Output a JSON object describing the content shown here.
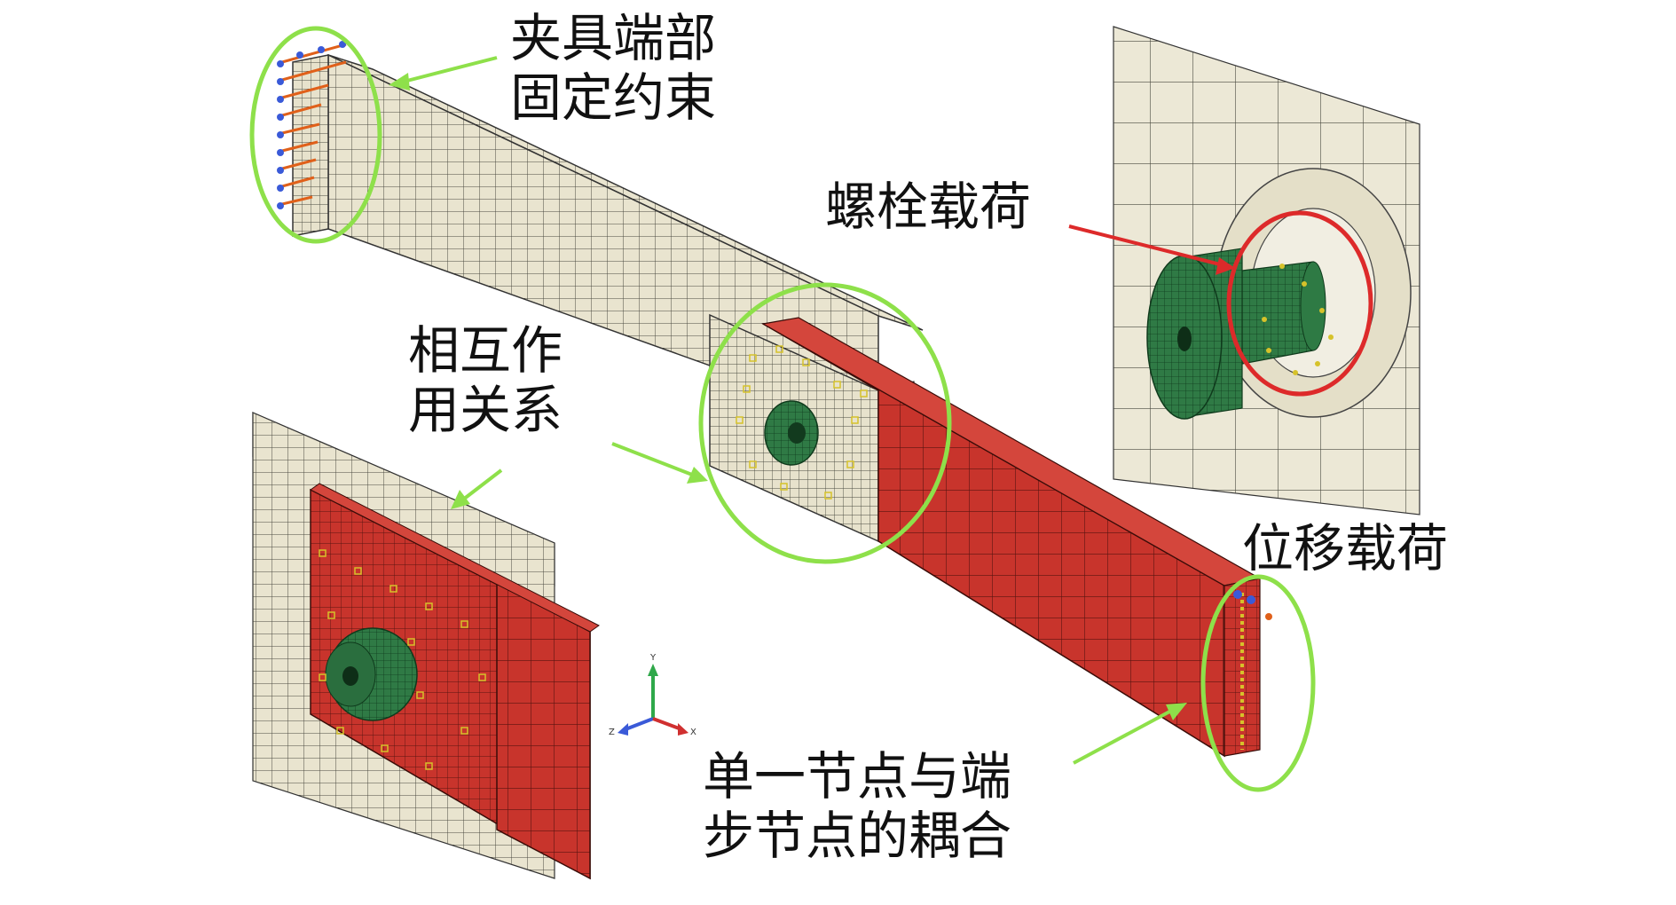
{
  "labels": {
    "clamp_fixed": [
      "夹具端部",
      "固定约束"
    ],
    "bolt_load": "螺栓载荷",
    "interaction": [
      "相互作",
      "用关系"
    ],
    "displacement_load": "位移载荷",
    "coupling": [
      "单一节点与端",
      "步节点的耦合"
    ]
  },
  "triad": {
    "y": "Y",
    "z": "Z",
    "x": "X"
  },
  "colors": {
    "red_plate": "#c8342c",
    "cream_plate": "#e9e4cf",
    "bolt_green": "#2f7a45",
    "highlight_green": "#8ee04a",
    "highlight_red": "#dd2a2a",
    "mesh_line": "#3a3a3a"
  }
}
